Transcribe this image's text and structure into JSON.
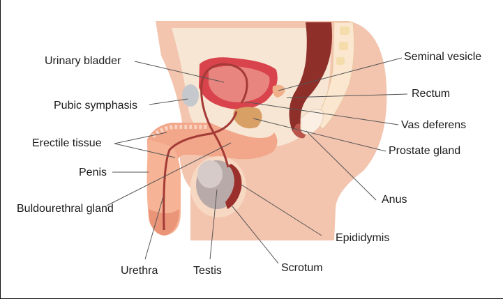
{
  "labels": {
    "urinary_bladder": "Urinary bladder",
    "pubic_symphasis": "Pubic symphasis",
    "erectile_tissue": "Erectile tissue",
    "penis": "Penis",
    "buldourethral_gland": "Buldourethral gland",
    "urethra": "Urethra",
    "testis": "Testis",
    "scrotum": "Scrotum",
    "epididymis": "Epididymis",
    "anus": "Anus",
    "prostate_gland": "Prostate gland",
    "vas_deferens": "Vas deferens",
    "rectum": "Rectum",
    "seminal_vesicle": "Seminal vesicle"
  },
  "colors": {
    "skin": "#f3c4ae",
    "body_light": "#f7e6d4",
    "bladder": "#d9434c",
    "bladder_inner": "#e8857f",
    "rectum": "#8e2f2a",
    "prostate": "#d9a066",
    "testis": "#b8aaa8",
    "erectile": "#f2a68a",
    "duct": "#a33a36",
    "bone": "#c5c8cc",
    "leader": "#555555"
  }
}
